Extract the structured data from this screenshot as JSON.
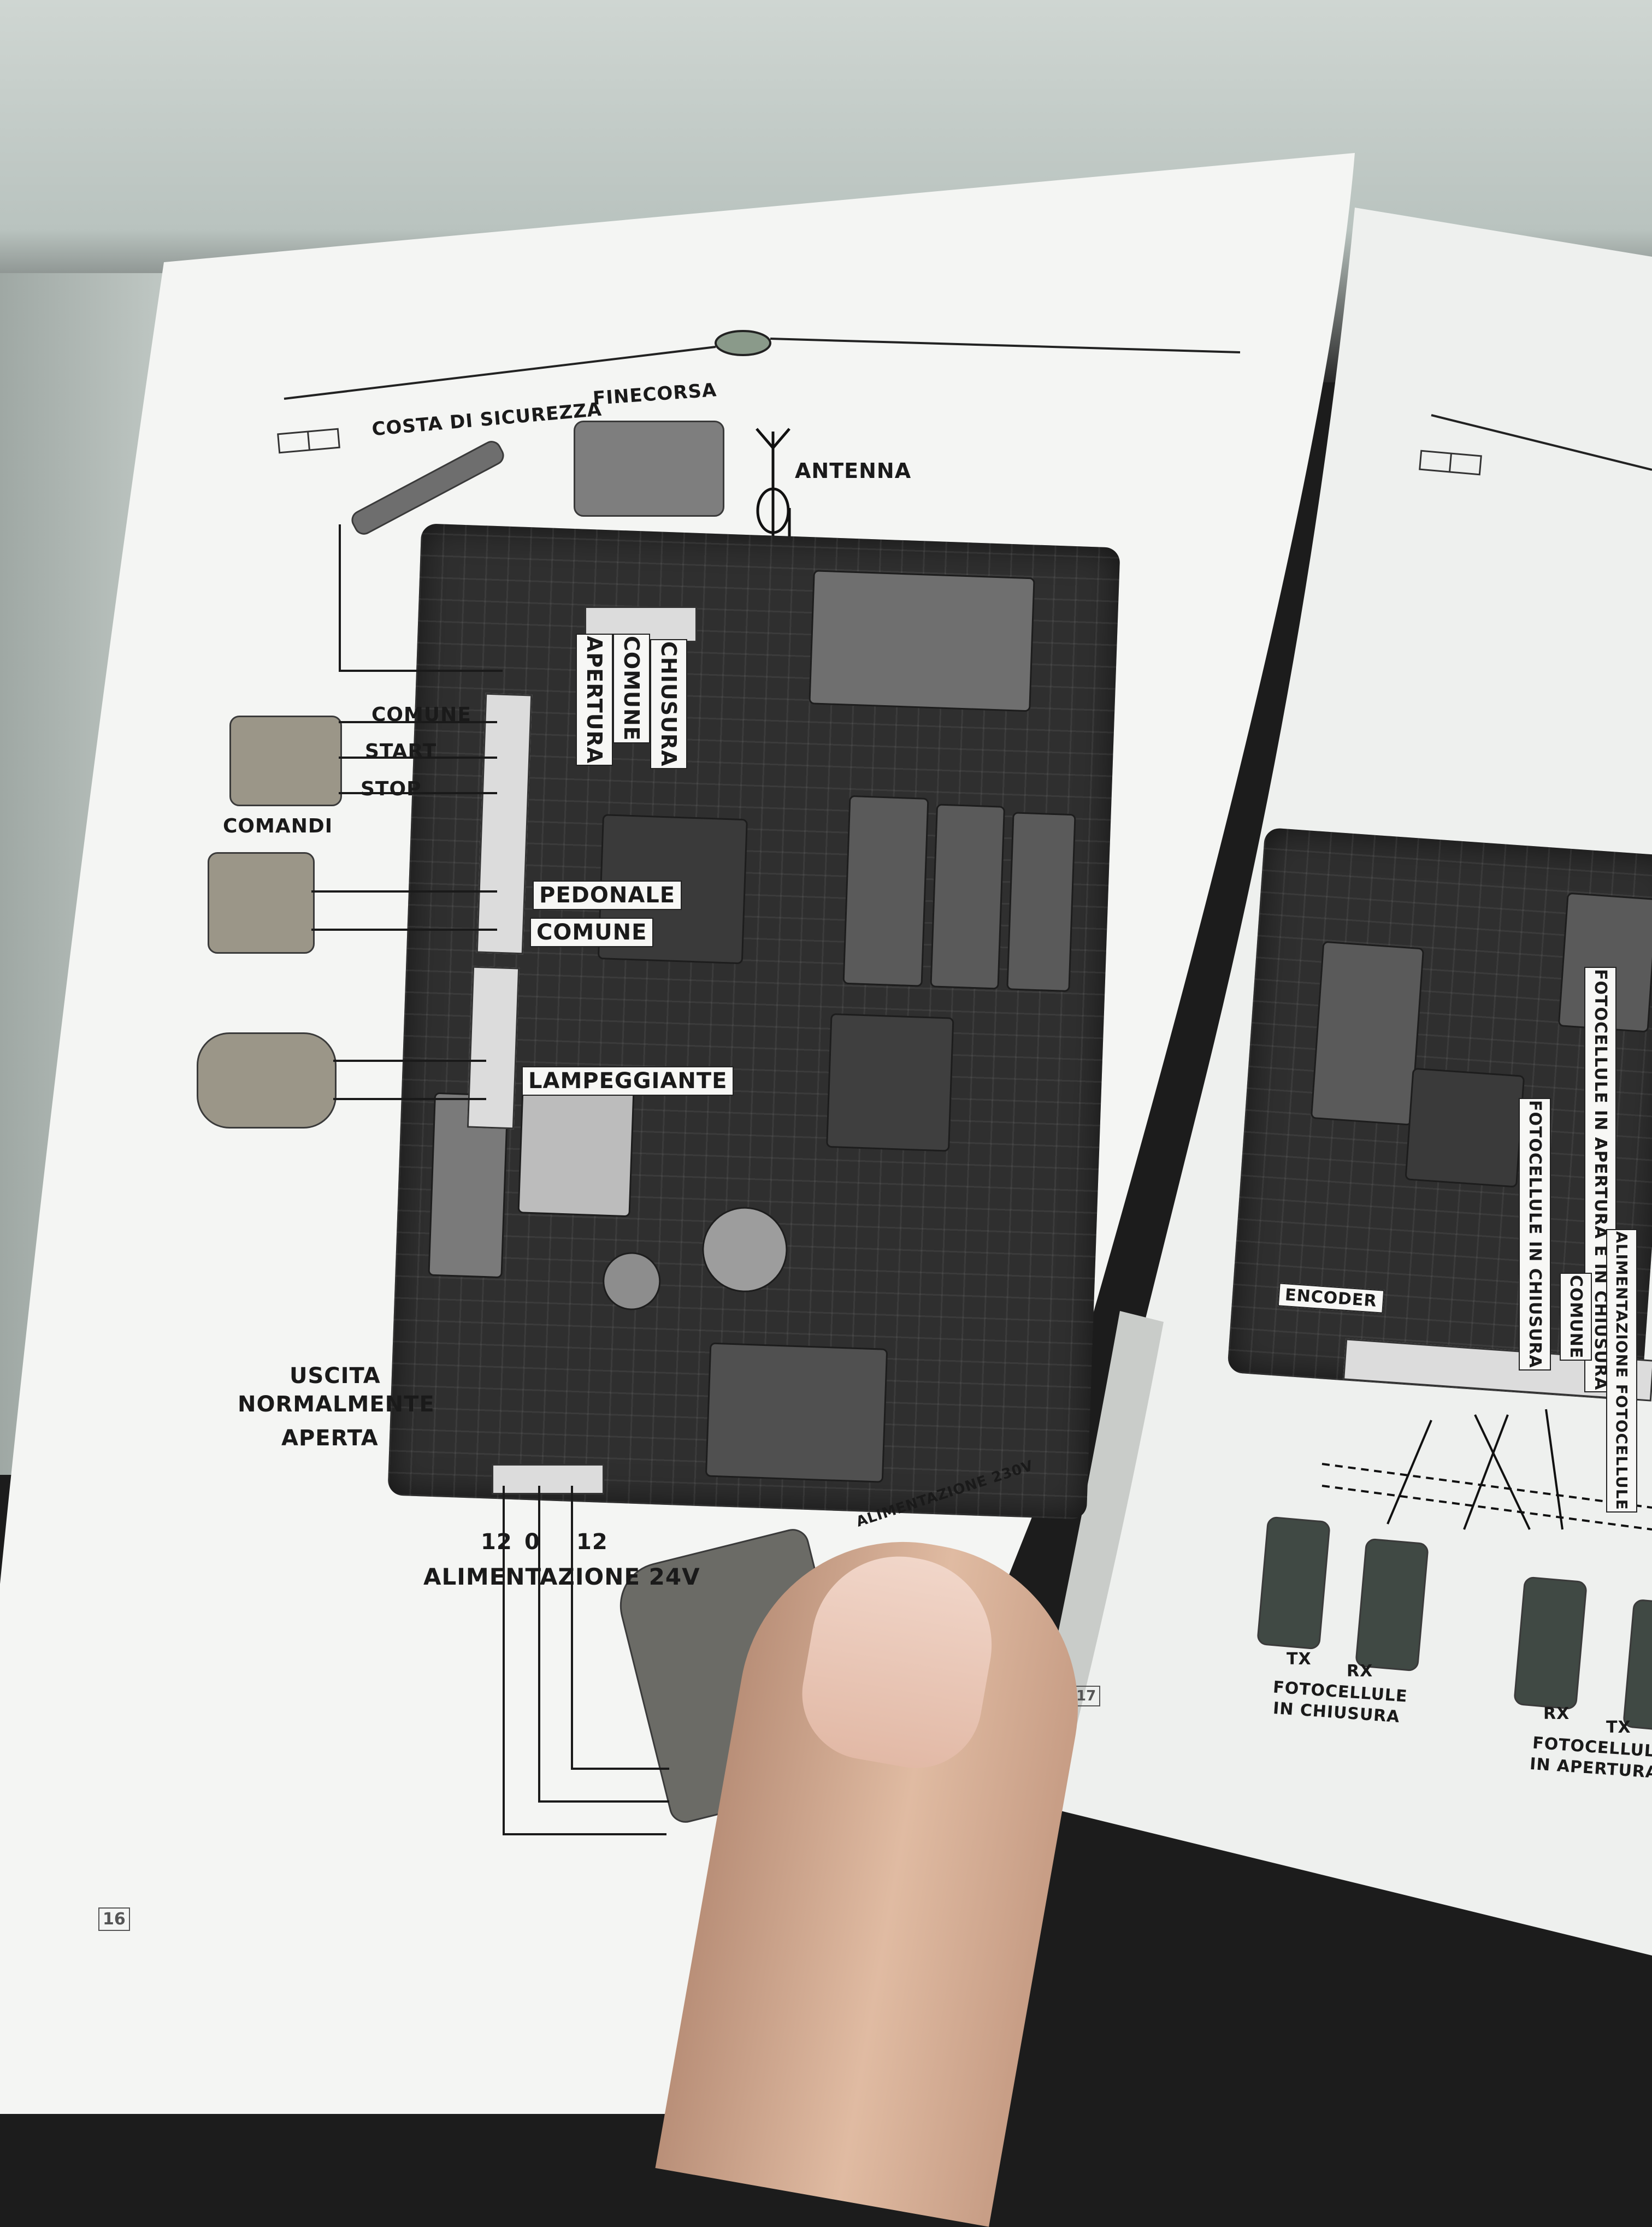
{
  "left_page": {
    "costa_di_sicurezza": "COSTA DI SICUREZZA",
    "finecorsa": "FINECORSA",
    "antenna": "ANTENNA",
    "chiusura": "CHIUSURA",
    "comune_top": "COMUNE",
    "apertura": "APERTURA",
    "comune": "COMUNE",
    "start": "START",
    "stop": "STOP",
    "comandi": "COMANDI",
    "pedonale": "PEDONALE",
    "comune_ped": "COMUNE",
    "lampeggiante": "LAMPEGGIANTE",
    "uscita_1": "USCITA",
    "uscita_2": "NORMALMENTE",
    "uscita_3": "APERTA",
    "supply_12a": "12",
    "supply_0": "0",
    "supply_12b": "12",
    "alimentazione_24v": "ALIMENTAZIONE 24V",
    "alimentazione_230v": "ALIMENTAZIONE 230V",
    "page_number": "16"
  },
  "right_page": {
    "fotocellule_apertura_chiusura": "FOTOCELLULE IN APERTURA E IN CHIUSURA",
    "fotocellule_chiusura": "FOTOCELLULE IN CHIUSURA",
    "comune": "COMUNE",
    "alimentazione_fotocellule_1": "ALIMENTAZIONE",
    "alimentazione_fotocellule_2": "FOTOCELLULE",
    "encoder": "ENCODER",
    "tx_1": "TX",
    "rx_1": "RX",
    "fotocellule_1": "FOTOCELLULE",
    "in_chiusura": "IN CHIUSURA",
    "rx_2": "RX",
    "tx_2": "TX",
    "fotocellule_2": "FOTOCELLULE",
    "in_apertura": "IN APERTURA",
    "page_number": "17"
  }
}
